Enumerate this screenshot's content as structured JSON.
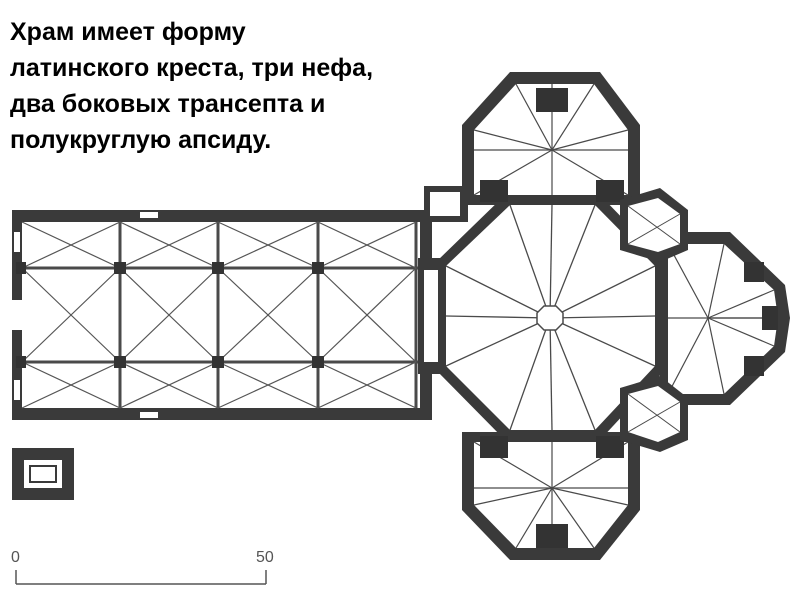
{
  "caption": {
    "lines": [
      "Храм имеет форму",
      "латинского креста, три нефа,",
      "два боковых трансепта и",
      "полукруглую апсиду."
    ]
  },
  "scale": {
    "start_label": "0",
    "end_label": "50"
  },
  "colors": {
    "wall": "#3a3a3a",
    "rib": "#4a4a4a",
    "background": "#ffffff"
  }
}
